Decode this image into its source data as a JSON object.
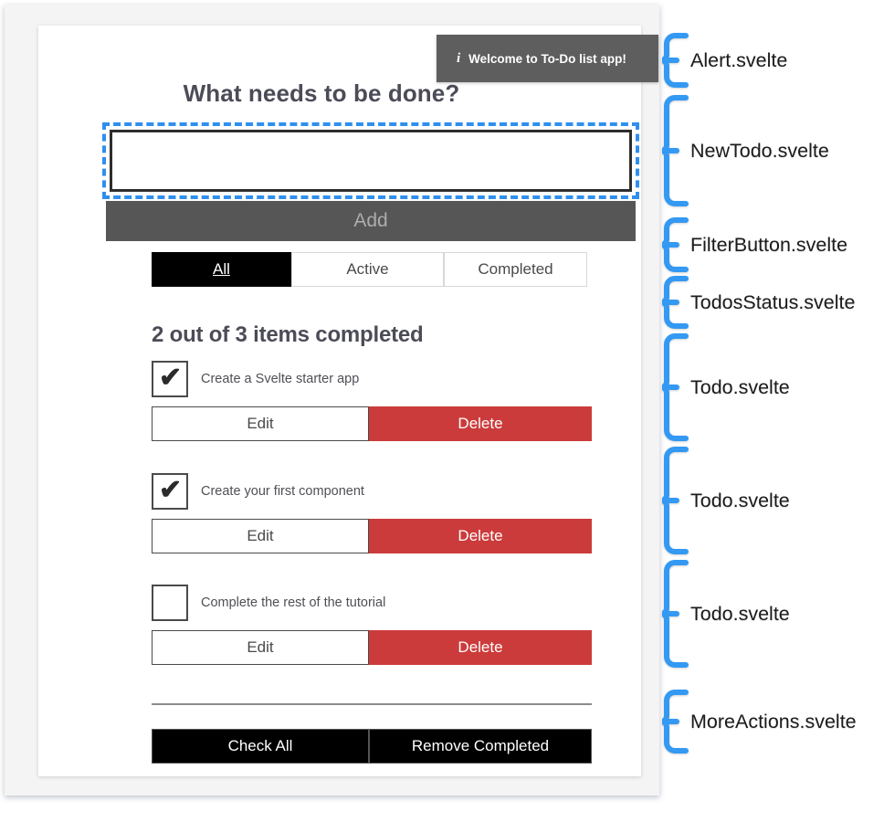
{
  "app": {
    "headline": "What needs to be done?",
    "alert": {
      "icon": "info-icon",
      "icon_glyph": "i",
      "message": "Welcome to To-Do list app!",
      "background": "#5e5e5e",
      "text_color": "#ffffff"
    },
    "new_todo": {
      "value": "",
      "placeholder": "",
      "add_label": "Add",
      "add_disabled": true,
      "focus_outline_color": "#2f8fee"
    },
    "filters": {
      "selected": "All",
      "options": [
        {
          "label": "All",
          "active": true
        },
        {
          "label": "Active",
          "active": false
        },
        {
          "label": "Completed",
          "active": false
        }
      ]
    },
    "status": {
      "text": "2 out of 3 items completed",
      "completed": 2,
      "total": 3
    },
    "todos": [
      {
        "label": "Create a Svelte starter app",
        "completed": true,
        "check_glyph": "✔",
        "edit_label": "Edit",
        "delete_label": "Delete"
      },
      {
        "label": "Create your first component",
        "completed": true,
        "check_glyph": "✔",
        "edit_label": "Edit",
        "delete_label": "Delete"
      },
      {
        "label": "Complete the rest of the tutorial",
        "completed": false,
        "check_glyph": "",
        "edit_label": "Edit",
        "delete_label": "Delete"
      }
    ],
    "more_actions": {
      "check_all_label": "Check All",
      "remove_completed_label": "Remove Completed"
    }
  },
  "annotations": [
    {
      "label": "Alert.svelte"
    },
    {
      "label": "NewTodo.svelte"
    },
    {
      "label": "FilterButton.svelte"
    },
    {
      "label": "TodosStatus.svelte"
    },
    {
      "label": "Todo.svelte"
    },
    {
      "label": "Todo.svelte"
    },
    {
      "label": "Todo.svelte"
    },
    {
      "label": "MoreActions.svelte"
    }
  ],
  "colors": {
    "brace": "#3399f3",
    "delete_red": "#cc3b3b",
    "add_gray": "#565656",
    "active_filter": "#000000",
    "heading_text": "#4c4c58"
  }
}
